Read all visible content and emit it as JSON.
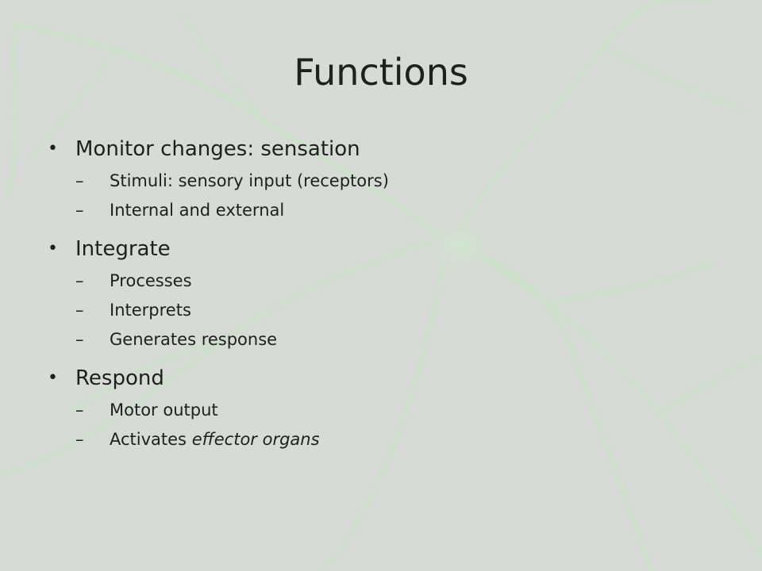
{
  "slide": {
    "title": "Functions",
    "bullet_glyph": "•",
    "dash_glyph": "–",
    "items": [
      {
        "label": "Monitor changes: sensation",
        "subitems": [
          "Stimuli: sensory input (receptors)",
          "Internal and external"
        ]
      },
      {
        "label": "Integrate",
        "subitems": [
          "Processes",
          "Interprets",
          "Generates response"
        ]
      },
      {
        "label": "Respond",
        "subitems": [
          "Motor output",
          {
            "plain": "Activates ",
            "italic": "effector organs"
          }
        ]
      }
    ]
  },
  "colors": {
    "background": "#d8dbd6",
    "neuron_glow": "#b8f0b8",
    "text": "#202020"
  },
  "background_image": "neuron-icon"
}
